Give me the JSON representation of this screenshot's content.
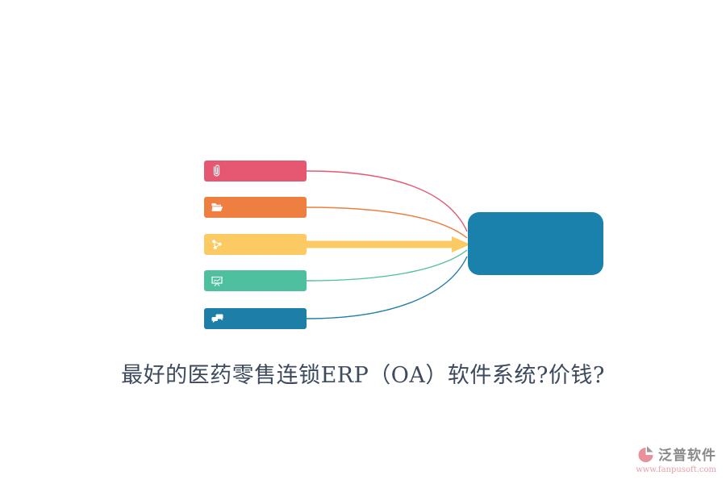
{
  "diagram": {
    "source_items": [
      {
        "icon": "paperclip-icon",
        "color": "#e65871"
      },
      {
        "icon": "open-folder-icon",
        "color": "#ee7f40"
      },
      {
        "icon": "share-network-icon",
        "color": "#fbca62"
      },
      {
        "icon": "presentation-board-icon",
        "color": "#4ec0a0"
      },
      {
        "icon": "chat-bubbles-icon",
        "color": "#1d7ea7"
      }
    ],
    "target": {
      "color": "#1a80ac"
    },
    "arrow_color": "#fbca62"
  },
  "caption": "最好的医药零售连锁ERP（OA）软件系统?价钱?",
  "footer": {
    "brand": "泛普软件",
    "url": "www.fanpusoft.com",
    "brand_color": "#8a8a8a",
    "url_color": "#e7a0a9"
  }
}
